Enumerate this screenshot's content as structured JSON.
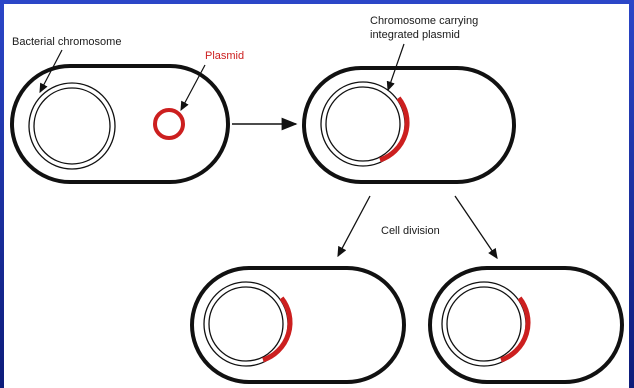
{
  "labels": {
    "bacterial_chromosome": "Bacterial chromosome",
    "plasmid": "Plasmid",
    "chromosome_carrying_line1": "Chromosome carrying",
    "chromosome_carrying_line2": "integrated plasmid",
    "cell_division": "Cell division"
  },
  "colors": {
    "background_blue": "#1a2fa0",
    "panel_white": "#ffffff",
    "plasmid_red": "#cc1f1f",
    "outline_black": "#111111"
  }
}
